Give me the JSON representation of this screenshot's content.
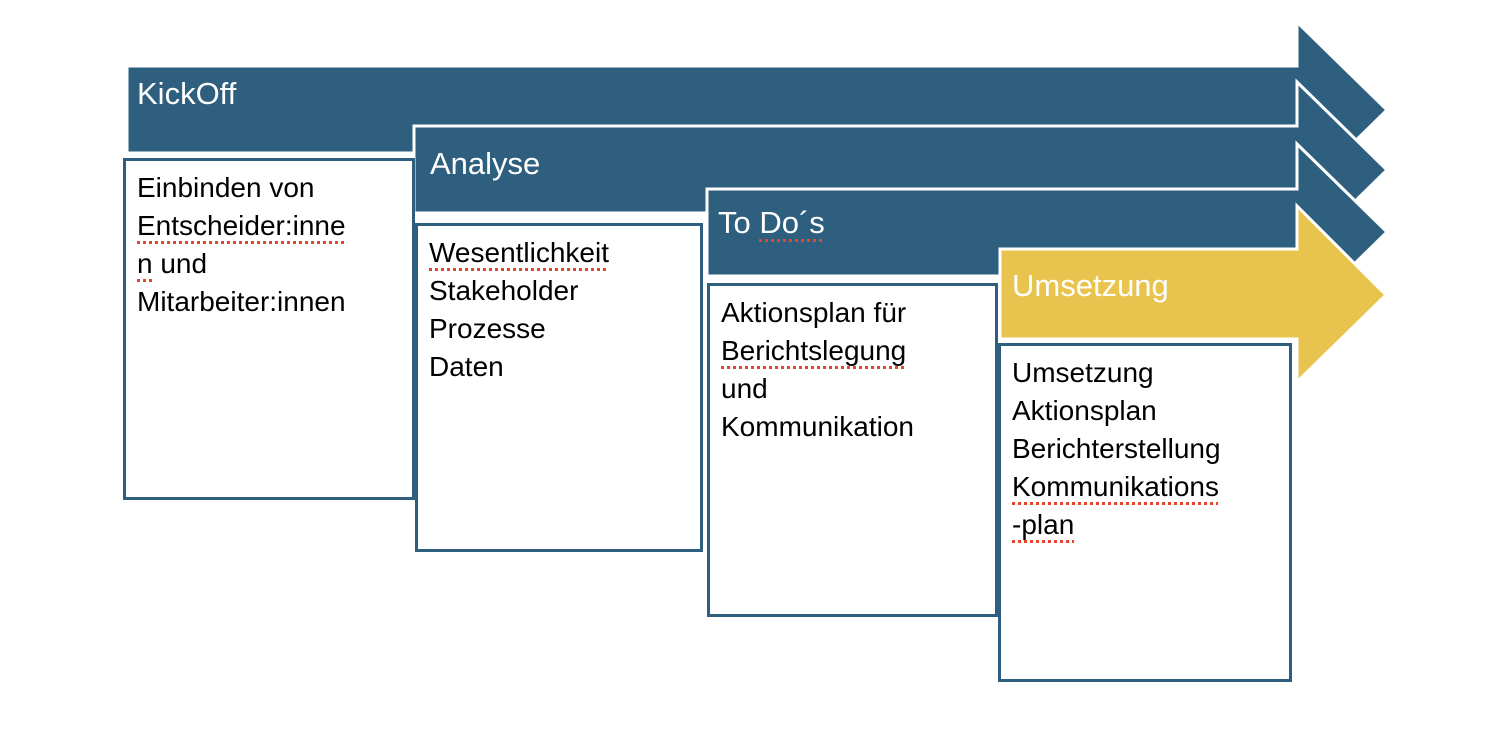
{
  "diagram": {
    "type": "process-arrow-steps",
    "colors": {
      "arrow_teal": "#2E5F7E",
      "arrow_yellow": "#E8C44E",
      "arrow_outline": "#FFFFFF",
      "box_border": "#2E5F7E",
      "banner_text": "#FFFFFF",
      "body_text": "#000000",
      "spellcheck_underline": "#E8432D",
      "background": "#FFFFFF"
    },
    "steps": [
      {
        "title": "KickOff",
        "detail_text": "Einbinden von Entscheider:innen und Mitarbeiter:innen",
        "detail_lines": [
          [
            {
              "t": "Einbinden von",
              "sq": false
            }
          ],
          [
            {
              "t": "Entscheider:inne",
              "sq": true
            }
          ],
          [
            {
              "t": "n",
              "sq": true
            },
            {
              "t": " und",
              "sq": false
            }
          ],
          [
            {
              "t": "Mitarbeiter:innen",
              "sq": false
            }
          ]
        ]
      },
      {
        "title": "Analyse",
        "detail_text": "Wesentlichkeit Stakeholder Prozesse Daten",
        "detail_lines": [
          [
            {
              "t": "Wesentlichkeit",
              "sq": true
            }
          ],
          [
            {
              "t": "Stakeholder",
              "sq": false
            }
          ],
          [
            {
              "t": "Prozesse",
              "sq": false
            }
          ],
          [
            {
              "t": "Daten",
              "sq": false
            }
          ]
        ]
      },
      {
        "title": "To Do´s",
        "title_parts": [
          {
            "t": "To ",
            "sq": false
          },
          {
            "t": "Do´s",
            "sq": true
          }
        ],
        "detail_text": "Aktionsplan für Berichtslegung und Kommunikation",
        "detail_lines": [
          [
            {
              "t": "Aktionsplan für",
              "sq": false
            }
          ],
          [
            {
              "t": "Berichtslegung",
              "sq": true
            }
          ],
          [
            {
              "t": "und",
              "sq": false
            }
          ],
          [
            {
              "t": "Kommunikation",
              "sq": false
            }
          ]
        ]
      },
      {
        "title": "Umsetzung",
        "detail_text": "Umsetzung Aktionsplan Berichterstellung Kommunikations-plan",
        "detail_lines": [
          [
            {
              "t": "Umsetzung",
              "sq": false
            }
          ],
          [
            {
              "t": "Aktionsplan",
              "sq": false
            }
          ],
          [
            {
              "t": "Berichterstellung",
              "sq": false
            }
          ],
          [
            {
              "t": "Kommunikations",
              "sq": true
            }
          ],
          [
            {
              "t": "-plan",
              "sq": true
            }
          ]
        ]
      }
    ]
  }
}
